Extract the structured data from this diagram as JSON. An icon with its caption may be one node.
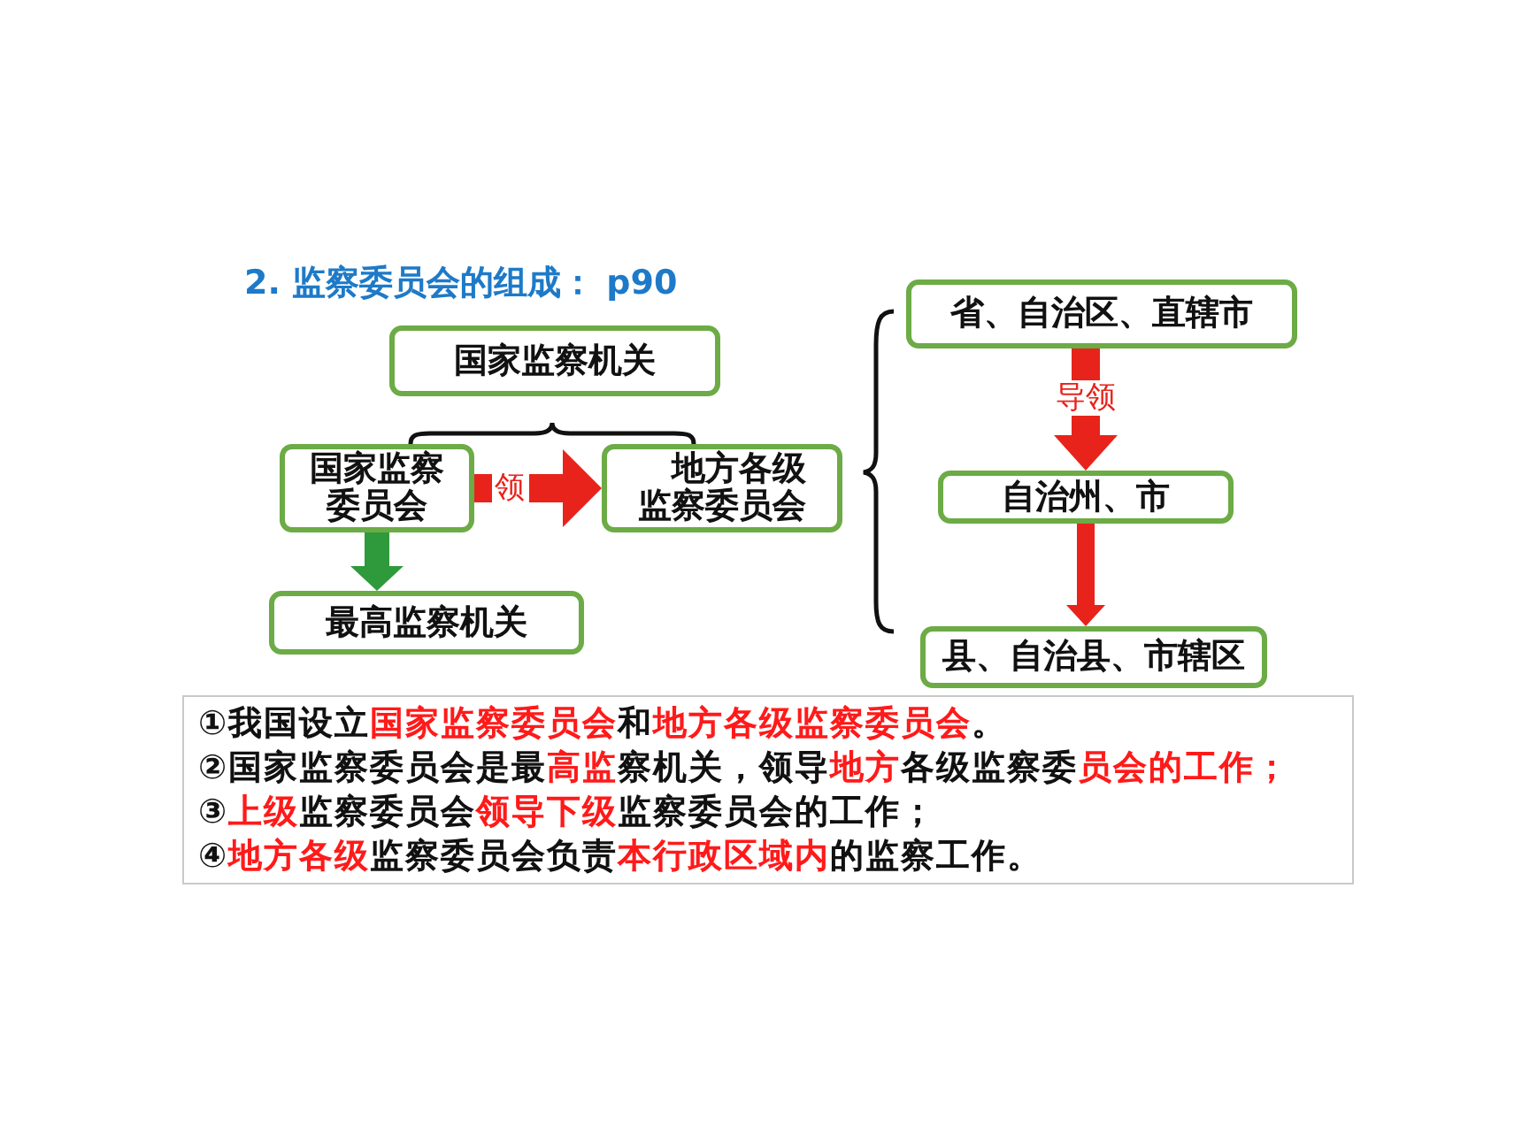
{
  "diagram": {
    "title": "2. 监察委员会的组成： p90",
    "nodes": [
      {
        "text": [
          "国家监察机关"
        ]
      },
      {
        "text": [
          "国家监察委员会"
        ]
      },
      {
        "text": [
          "地方各级监察委员会"
        ]
      },
      {
        "text": [
          "最高监察机关"
        ]
      },
      {
        "text": [
          "省、自治区、直辖市"
        ]
      },
      {
        "text": [
          "自治州、市"
        ]
      },
      {
        "text": [
          "县、自治县、市辖区"
        ]
      },
      {
        "text": [
          "①我国设立**国家监察委员会**和**地方各级监察委员会**。",
          "②国家监察委员会是最**高监**察机关，领导**地方**各级监察委**员会的工作；**",
          "③**上级**监察委员会**领导下级**监察委员会的工作；",
          "④**地方各级**监察委员会负责**本行政区域内**的监察工作。"
        ]
      }
    ],
    "edges": [
      {
        "from": 1,
        "to": 2,
        "arrow": "to",
        "label": "领"
      },
      {
        "from": 1,
        "to": 3,
        "arrow": "to",
        "color": "#2e9a3c"
      },
      {
        "from": 4,
        "to": 5,
        "arrow": "to",
        "label": "导领"
      },
      {
        "from": 5,
        "to": 6,
        "arrow": "to"
      }
    ]
  }
}
